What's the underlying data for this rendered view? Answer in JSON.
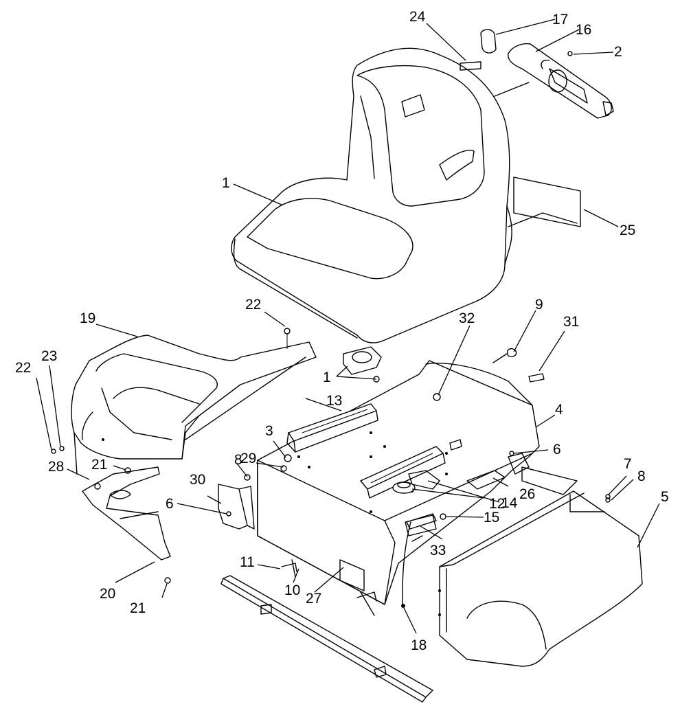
{
  "diagram": {
    "callouts": [
      {
        "id": "c1a",
        "text": "1"
      },
      {
        "id": "c1b",
        "text": "1"
      },
      {
        "id": "c2",
        "text": "2"
      },
      {
        "id": "c3",
        "text": "3"
      },
      {
        "id": "c4",
        "text": "4"
      },
      {
        "id": "c5",
        "text": "5"
      },
      {
        "id": "c6a",
        "text": "6"
      },
      {
        "id": "c6b",
        "text": "6"
      },
      {
        "id": "c7",
        "text": "7"
      },
      {
        "id": "c8a",
        "text": "8"
      },
      {
        "id": "c8b",
        "text": "8"
      },
      {
        "id": "c9",
        "text": "9"
      },
      {
        "id": "c10",
        "text": "10"
      },
      {
        "id": "c11",
        "text": "11"
      },
      {
        "id": "c12",
        "text": "12"
      },
      {
        "id": "c13",
        "text": "13"
      },
      {
        "id": "c14",
        "text": "14"
      },
      {
        "id": "c15",
        "text": "15"
      },
      {
        "id": "c16",
        "text": "16"
      },
      {
        "id": "c17",
        "text": "17"
      },
      {
        "id": "c18",
        "text": "18"
      },
      {
        "id": "c19",
        "text": "19"
      },
      {
        "id": "c20",
        "text": "20"
      },
      {
        "id": "c21a",
        "text": "21"
      },
      {
        "id": "c21b",
        "text": "21"
      },
      {
        "id": "c22a",
        "text": "22"
      },
      {
        "id": "c22b",
        "text": "22"
      },
      {
        "id": "c23",
        "text": "23"
      },
      {
        "id": "c24",
        "text": "24"
      },
      {
        "id": "c25",
        "text": "25"
      },
      {
        "id": "c26",
        "text": "26"
      },
      {
        "id": "c27",
        "text": "27"
      },
      {
        "id": "c28",
        "text": "28"
      },
      {
        "id": "c29",
        "text": "29"
      },
      {
        "id": "c30",
        "text": "30"
      },
      {
        "id": "c31",
        "text": "31"
      },
      {
        "id": "c32",
        "text": "32"
      },
      {
        "id": "c33",
        "text": "33"
      }
    ]
  }
}
